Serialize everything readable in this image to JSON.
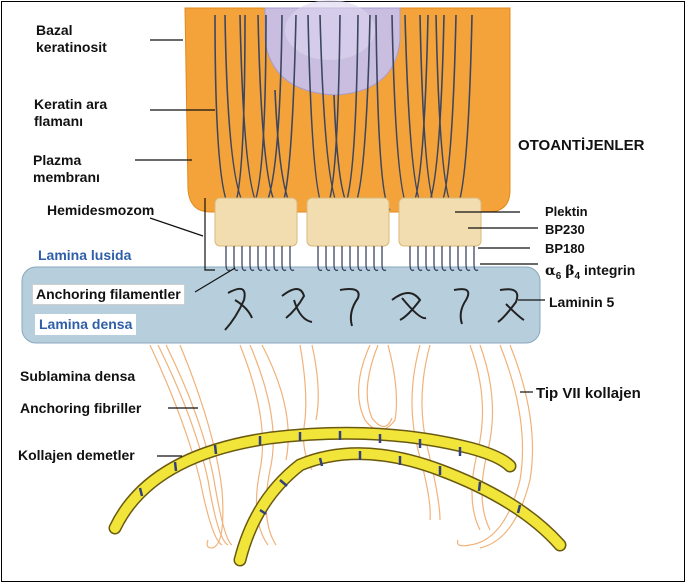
{
  "labels": {
    "basal": "Bazal\nkeratinosit",
    "keratin": "Keratin ara\nflamanı",
    "plasma": "Plazma\nmembranı",
    "hemidesmosome": "Hemidesmozom",
    "lamina_lucida": "Lamina lusida",
    "anchoring_filaments": "Anchoring filamentler",
    "lamina_densa": "Lamina densa",
    "sublamina": "Sublamina densa",
    "anchoring_fibrils": "Anchoring fibriller",
    "collagen_bundles": "Kollajen demetler",
    "autoantigens": "OTOANTİJENLER",
    "plectin": "Plektin",
    "bp230": "BP230",
    "bp180": "BP180",
    "integrin_alpha": "α",
    "integrin_alpha_sub": "6",
    "integrin_beta": "β",
    "integrin_beta_sub": "4",
    "integrin_word": "integrin",
    "laminin": "Laminin 5",
    "collagen7": "Tip VII kollajen"
  },
  "colors": {
    "cell": "#f4a33a",
    "cell_edge": "#e08a1c",
    "nucleus": "#c9bee0",
    "plaque": "#f2ddb0",
    "lamina_densa": "#b7cedd",
    "fibril": "#f0b27a",
    "collagen": "#f2e53a",
    "keratin": "#3c4660",
    "label_blue": "#2f5ea8"
  }
}
